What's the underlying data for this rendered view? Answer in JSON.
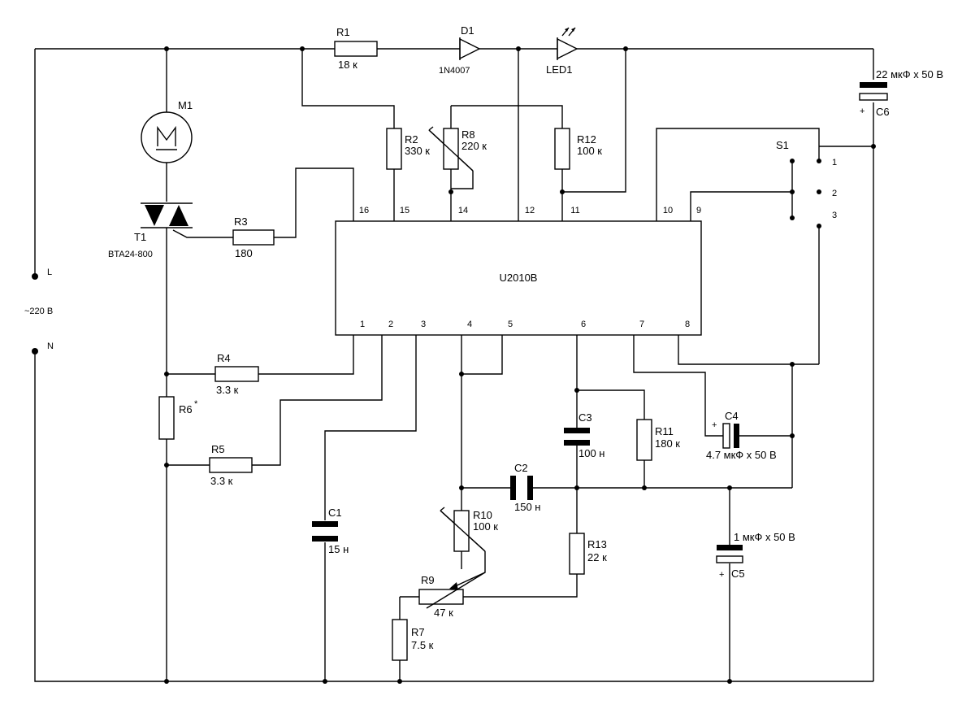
{
  "ic": {
    "name": "U2010B",
    "pins": [
      "1",
      "2",
      "3",
      "4",
      "5",
      "6",
      "7",
      "8",
      "9",
      "10",
      "11",
      "12",
      "14",
      "15",
      "16"
    ]
  },
  "components": {
    "r1": {
      "ref": "R1",
      "value": "18 к"
    },
    "d1": {
      "ref": "D1",
      "value": "1N4007"
    },
    "led1": {
      "ref": "LED1"
    },
    "c6": {
      "ref": "C6",
      "value": "22 мкФ x 50 В",
      "polarity": "+"
    },
    "m1": {
      "ref": "M1"
    },
    "t1": {
      "ref": "T1",
      "value": "BTA24-800"
    },
    "r3": {
      "ref": "R3",
      "value": "180"
    },
    "r2": {
      "ref": "R2",
      "value": "330 к"
    },
    "r8": {
      "ref": "R8",
      "value": "220 к"
    },
    "r12": {
      "ref": "R12",
      "value": "100 к"
    },
    "s1": {
      "ref": "S1",
      "positions": [
        "1",
        "2",
        "3"
      ]
    },
    "r4": {
      "ref": "R4",
      "value": "3.3 к"
    },
    "r6": {
      "ref": "R6",
      "mark": "*"
    },
    "r5": {
      "ref": "R5",
      "value": "3.3 к"
    },
    "c1": {
      "ref": "C1",
      "value": "15 н"
    },
    "c3": {
      "ref": "C3",
      "value": "100 н"
    },
    "r11": {
      "ref": "R11",
      "value": "180 к"
    },
    "c4": {
      "ref": "C4",
      "value": "4.7 мкФ x 50 В",
      "polarity": "+"
    },
    "c2": {
      "ref": "C2",
      "value": "150 н"
    },
    "r10": {
      "ref": "R10",
      "value": "100 к"
    },
    "r13": {
      "ref": "R13",
      "value": "22 к"
    },
    "c5": {
      "ref": "C5",
      "value": "1 мкФ x 50 В",
      "polarity": "+"
    },
    "r9": {
      "ref": "R9",
      "value": "47 к"
    },
    "r7": {
      "ref": "R7",
      "value": "7.5 к"
    }
  },
  "supply": {
    "line": "L",
    "neutral": "N",
    "voltage": "~220 В"
  }
}
